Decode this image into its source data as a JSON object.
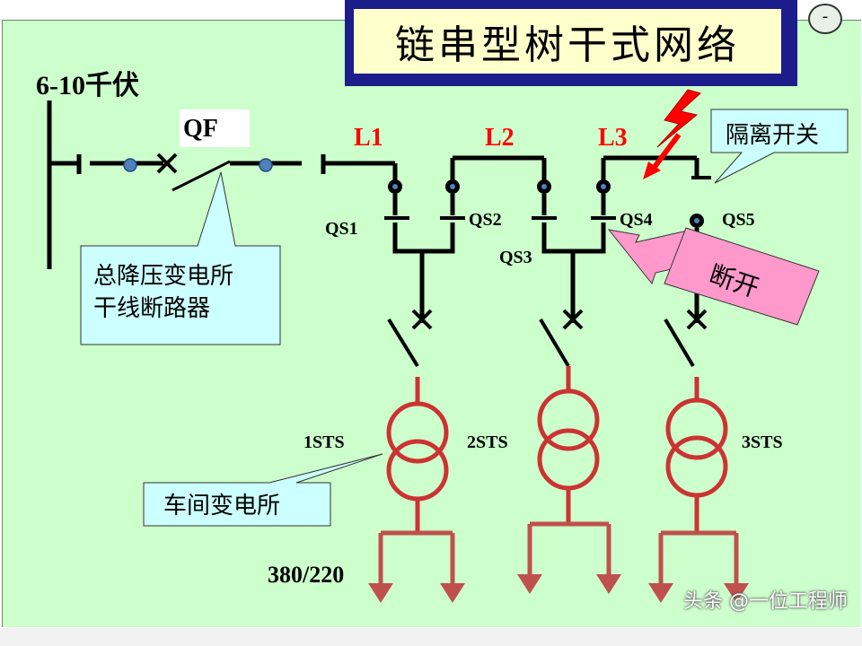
{
  "title": "链串型树干式网络",
  "voltage_label": "6-10千伏",
  "breaker_label": "QF",
  "lines": {
    "l1": "L1",
    "l2": "L2",
    "l3": "L3"
  },
  "switches": {
    "qs1": "QS1",
    "qs2": "QS2",
    "qs3": "QS3",
    "qs4": "QS4",
    "qs5": "QS5"
  },
  "transformers": {
    "t1": "1STS",
    "t2": "2STS",
    "t3": "3STS"
  },
  "load_voltage": "380/220",
  "callouts": {
    "breaker_line1": "总降压变电所",
    "breaker_line2": "干线断路器",
    "substation": "车间变电所",
    "isolator": "隔离开关",
    "open": "断开"
  },
  "watermark": "头条 @一位工程师",
  "page_icon": "-",
  "colors": {
    "panel_bg": "#ccffcc",
    "line_red": "#ff0000",
    "transformer_red": "#cc3333",
    "load_arrow": "#c0504d",
    "callout_fill": "#ccffff",
    "open_fill": "#ff99cc",
    "title_fill": "#ffffcc",
    "title_border": "#1c1c8a",
    "node_blue": "#4f81bd"
  },
  "icons": [
    "lightning-fault-icon",
    "arrow-down-icon"
  ]
}
